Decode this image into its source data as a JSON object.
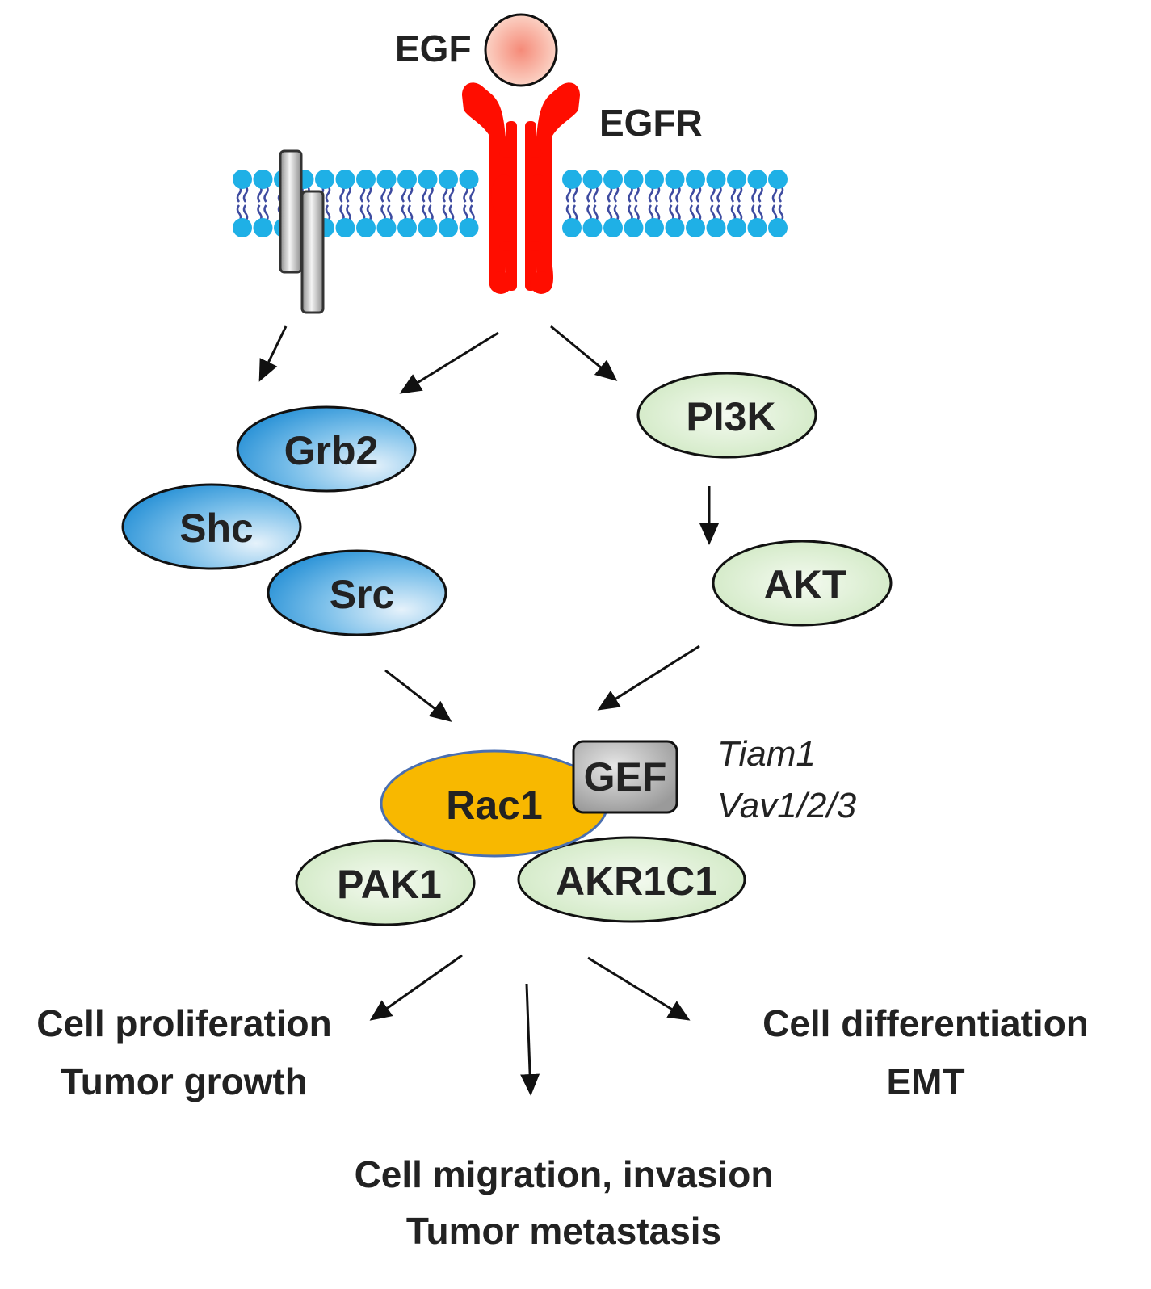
{
  "colors": {
    "membrane_head": "#1fb0e6",
    "membrane_tail": "#3e4ba0",
    "receptor": "#ff0d00",
    "ligand": "#f3a08c",
    "blue_node_fill": "#4aa6df",
    "green_node_fill": "#dff0d6",
    "rac1_fill": "#f8b800",
    "rac1_stroke": "#4a6fb1",
    "gef_fill": "#b9b9b9",
    "arrow": "#111111",
    "text": "#222222"
  },
  "ligand": {
    "label": "EGF"
  },
  "receptor": {
    "label": "EGFR"
  },
  "other_receptor": {
    "icon": "grey-transmembrane-protein-icon"
  },
  "adaptors": {
    "grb2": "Grb2",
    "shc": "Shc",
    "src": "Src"
  },
  "pi3k_branch": {
    "pi3k": "PI3K",
    "akt": "AKT"
  },
  "rac1_complex": {
    "rac1": "Rac1",
    "gef": "GEF",
    "gef_examples": [
      "Tiam1",
      "Vav1/2/3"
    ],
    "pak1": "PAK1",
    "akr1c1": "AKR1C1"
  },
  "outcomes": {
    "left": [
      "Cell proliferation",
      "Tumor growth"
    ],
    "center": [
      "Cell migration, invasion",
      "Tumor metastasis"
    ],
    "right": [
      "Cell differentiation",
      "EMT"
    ]
  }
}
